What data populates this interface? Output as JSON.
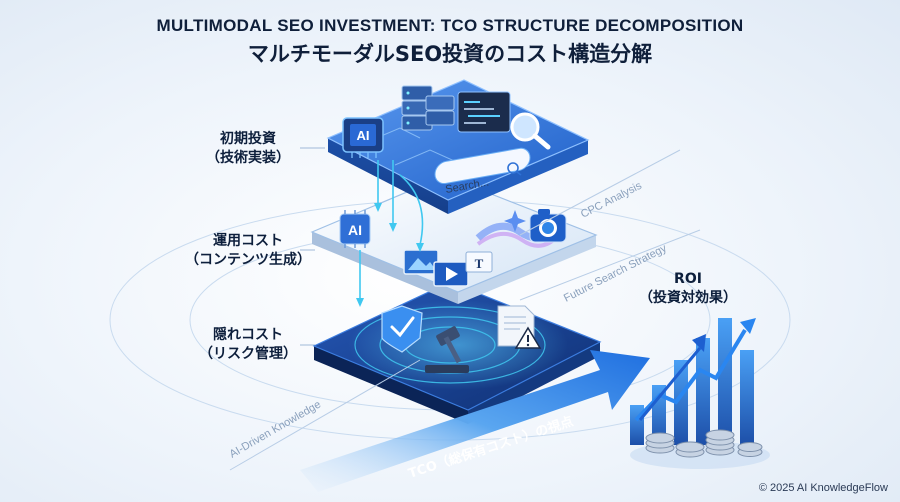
{
  "title": {
    "en": "MULTIMODAL SEO INVESTMENT: TCO STRUCTURE DECOMPOSITION",
    "ja": "マルチモーダルSEO投資のコスト構造分解"
  },
  "layers": [
    {
      "label_line1": "初期投資",
      "label_line2": "（技術実装）"
    },
    {
      "label_line1": "運用コスト",
      "label_line2": "（コンテンツ生成）"
    },
    {
      "label_line1": "隠れコスト",
      "label_line2": "（リスク管理）"
    }
  ],
  "roi": {
    "line1": "ROI",
    "line2": "（投資対効果）"
  },
  "search_placeholder": "Search...",
  "chip_ai": "AI",
  "chip_ai_top": "AI",
  "annotations": {
    "cpc": "CPC Analysis",
    "future": "Future Search Strategy",
    "ai_driven": "AI-Driven Knowledge"
  },
  "tco_arrow": "TCO（総保有コスト）の視点",
  "copyright": "© 2025 AI KnowledgeFlow",
  "colors": {
    "top_layer": "#2f72d6",
    "middle_layer": "#e3eef9",
    "bottom_layer": "#173f8c",
    "accent": "#2b86e8",
    "cyan": "#40c8f0"
  }
}
